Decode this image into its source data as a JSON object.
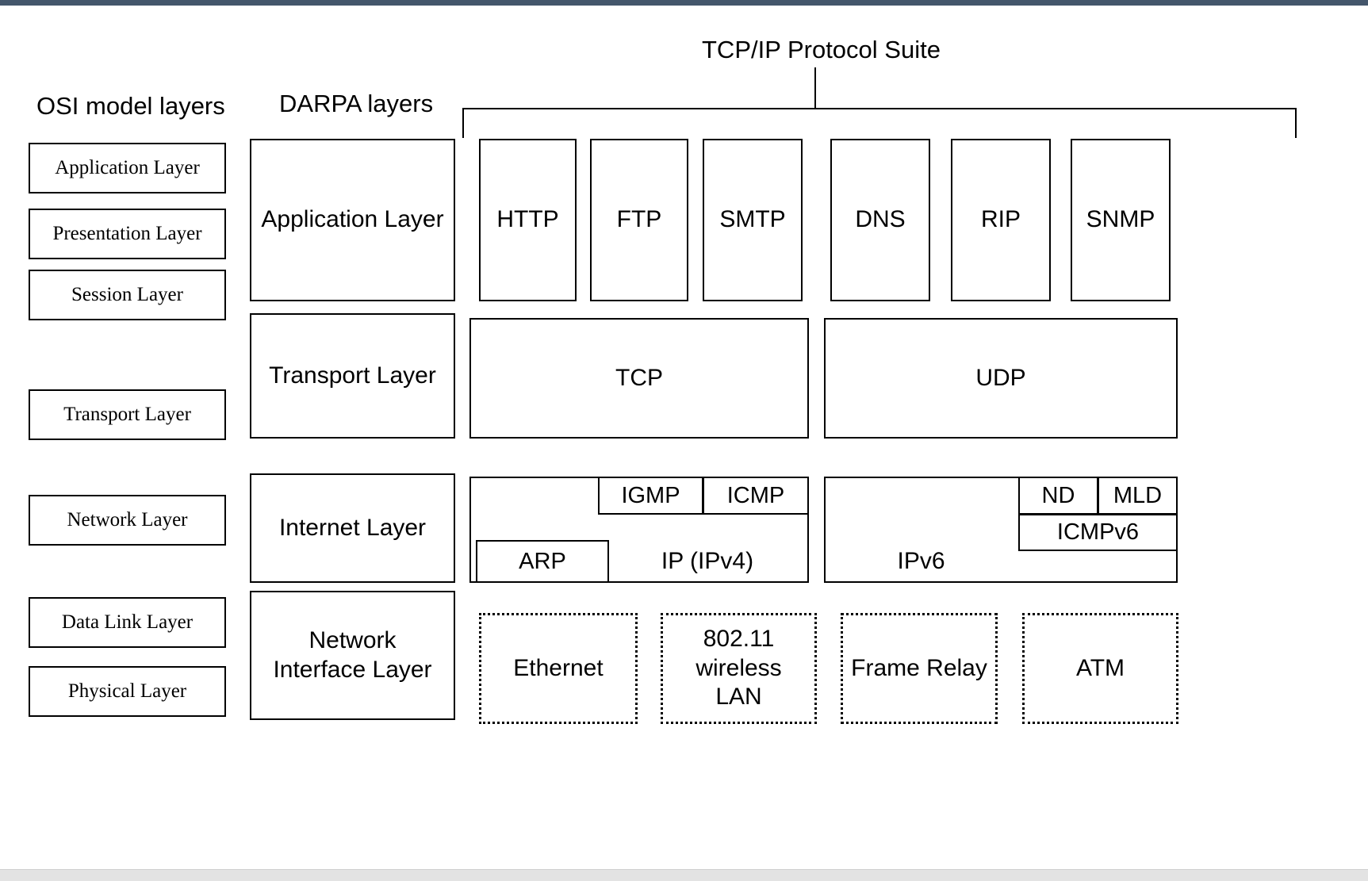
{
  "diagram": {
    "suite_title": "TCP/IP Protocol Suite",
    "column_headings": {
      "osi": "OSI model layers",
      "darpa": "DARPA layers"
    },
    "osi_layers": [
      {
        "label": "Application Layer"
      },
      {
        "label": "Presentation Layer"
      },
      {
        "label": "Session Layer"
      },
      {
        "label": "Transport Layer"
      },
      {
        "label": "Network Layer"
      },
      {
        "label": "Data Link Layer"
      },
      {
        "label": "Physical Layer"
      }
    ],
    "darpa_layers": [
      {
        "label": "Application Layer"
      },
      {
        "label": "Transport Layer"
      },
      {
        "label": "Internet Layer"
      },
      {
        "label": "Network Interface Layer"
      }
    ],
    "application_protocols": [
      {
        "label": "HTTP"
      },
      {
        "label": "FTP"
      },
      {
        "label": "SMTP"
      },
      {
        "label": "DNS"
      },
      {
        "label": "RIP"
      },
      {
        "label": "SNMP"
      }
    ],
    "transport_protocols": [
      {
        "label": "TCP"
      },
      {
        "label": "UDP"
      }
    ],
    "internet_ipv4_group": {
      "igmp": "IGMP",
      "icmp": "ICMP",
      "arp": "ARP",
      "ip": "IP (IPv4)"
    },
    "internet_ipv6_group": {
      "nd": "ND",
      "mld": "MLD",
      "icmpv6": "ICMPv6",
      "ipv6": "IPv6"
    },
    "network_interface_technologies": [
      {
        "label": "Ethernet"
      },
      {
        "label": "802.11\nwireless\nLAN",
        "line1": "802.11",
        "line2": "wireless",
        "line3": "LAN"
      },
      {
        "label": "Frame Relay"
      },
      {
        "label": "ATM"
      }
    ],
    "colors": {
      "stroke": "#000000",
      "background": "#ffffff",
      "top_bar": "#44566b",
      "bottom_bar": "#e3e3e3"
    }
  }
}
